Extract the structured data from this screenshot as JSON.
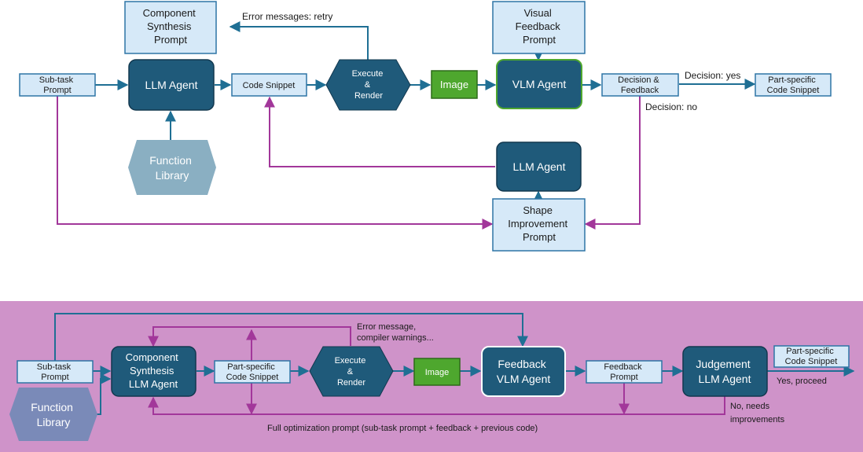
{
  "top": {
    "nodes": {
      "subtask_prompt": [
        "Sub-task",
        "Prompt"
      ],
      "llm_agent": [
        "LLM Agent"
      ],
      "function_library": [
        "Function",
        "Library"
      ],
      "component_synthesis_prompt": [
        "Component",
        "Synthesis",
        "Prompt"
      ],
      "code_snippet": [
        "Code Snippet"
      ],
      "execute_render": [
        "Execute",
        "&",
        "Render"
      ],
      "image": [
        "Image"
      ],
      "visual_feedback_prompt": [
        "Visual",
        "Feedback",
        "Prompt"
      ],
      "vlm_agent": [
        "VLM Agent"
      ],
      "decision_feedback": [
        "Decision &",
        "Feedback"
      ],
      "part_specific_code_snippet": [
        "Part-specific",
        "Code Snippet"
      ],
      "llm_agent_2": [
        "LLM Agent"
      ],
      "shape_improvement_prompt": [
        "Shape",
        "Improvement",
        "Prompt"
      ]
    },
    "labels": {
      "error_retry": "Error messages: retry",
      "decision_yes": "Decision: yes",
      "decision_no": "Decision: no"
    }
  },
  "bottom": {
    "nodes": {
      "subtask_prompt": [
        "Sub-task",
        "Prompt"
      ],
      "function_library": [
        "Function",
        "Library"
      ],
      "component_synthesis_llm": [
        "Component",
        "Synthesis",
        "LLM Agent"
      ],
      "part_specific_code_snippet": [
        "Part-specific",
        "Code Snippet"
      ],
      "execute_render": [
        "Execute",
        "&",
        "Render"
      ],
      "image": [
        "Image"
      ],
      "feedback_vlm": [
        "Feedback",
        "VLM Agent"
      ],
      "feedback_prompt": [
        "Feedback",
        "Prompt"
      ],
      "judgement_llm": [
        "Judgement",
        "LLM Agent"
      ],
      "part_specific_output": [
        "Part-specific",
        "Code Snippet"
      ]
    },
    "labels": {
      "error_message": [
        "Error message,",
        "compiler warnings..."
      ],
      "yes_proceed": "Yes, proceed",
      "no_needs": [
        "No, needs",
        "improvements"
      ],
      "full_optimization": "Full optimization  prompt (sub-task prompt + feedback + previous code)"
    }
  },
  "colors": {
    "dark_node": "#1f5a7a",
    "light_node": "#d6e9f8",
    "image_green": "#4ea72e",
    "function_library_top": "#8aafc2",
    "function_library_bottom": "#7a8ab8",
    "panel_bg": "#cf93c9",
    "arrow_blue": "#1f6f94",
    "arrow_purple": "#a2379a"
  }
}
